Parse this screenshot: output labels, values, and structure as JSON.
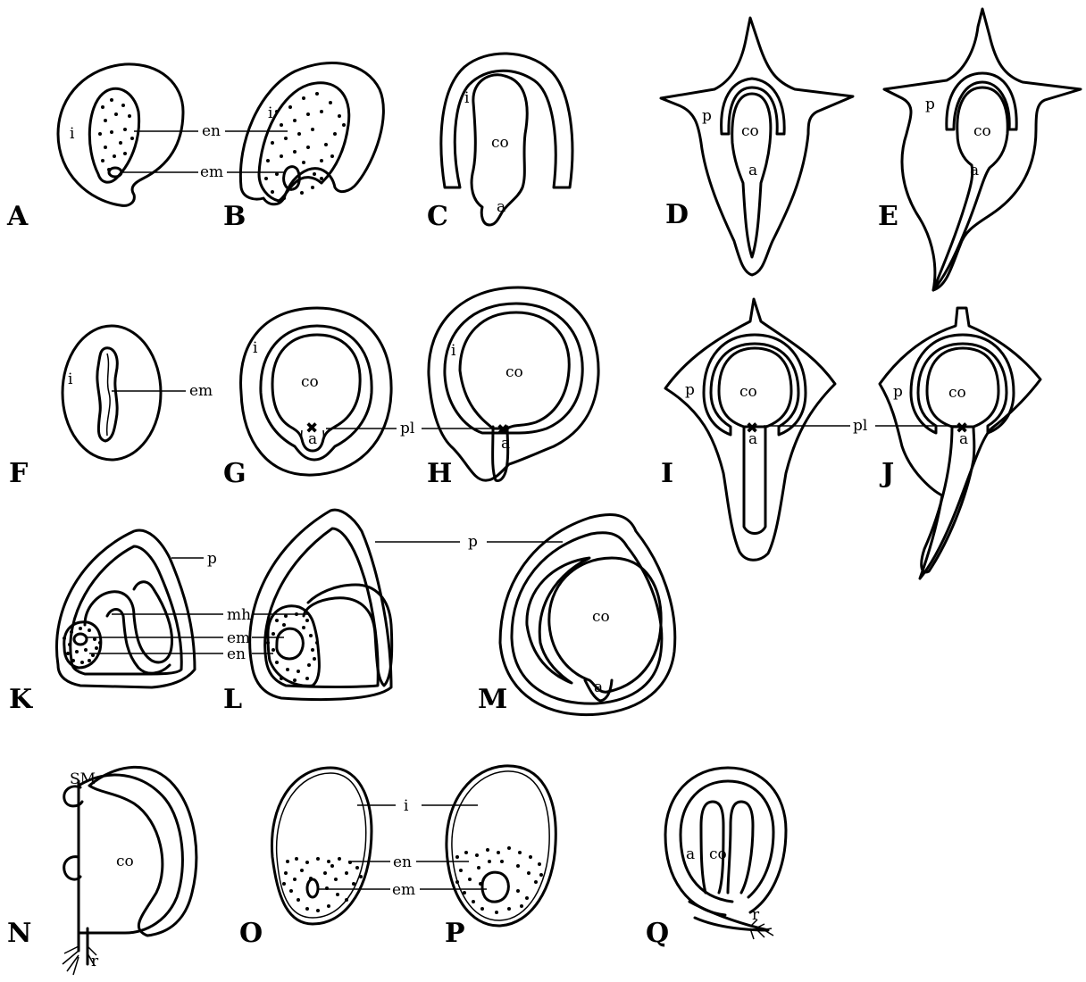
{
  "panels": {
    "A": "A",
    "B": "B",
    "C": "C",
    "D": "D",
    "E": "E",
    "F": "F",
    "G": "G",
    "H": "H",
    "I": "I",
    "J": "J",
    "K": "K",
    "L": "L",
    "M": "M",
    "N": "N",
    "O": "O",
    "P": "P",
    "Q": "Q"
  },
  "structures": {
    "integument": "i",
    "endosperm": "en",
    "embryo": "em",
    "cotyledon": "co",
    "axis": "a",
    "pericarp": "p",
    "plumule": "pl",
    "micropylar_haustorium": "mh",
    "root": "r",
    "shoot_meristem": "SM"
  },
  "colors": {
    "line": "#000000",
    "background": "#ffffff"
  }
}
